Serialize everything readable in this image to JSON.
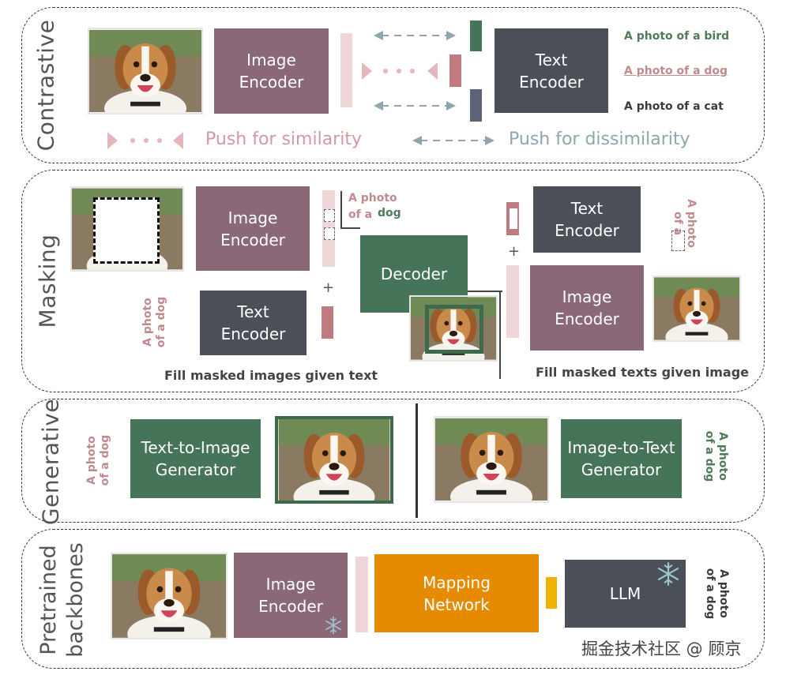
{
  "contrastive": {
    "label": "Contrastive",
    "image_encoder": "Image\nEncoder",
    "text_encoder": "Text\nEncoder",
    "texts": [
      "A photo of a bird",
      "A photo of a dog",
      "A photo of a cat"
    ],
    "push_similarity": "Push for similarity",
    "push_dissimilarity": "Push for dissimilarity"
  },
  "masking": {
    "label": "Masking",
    "image_encoder_left": "Image\nEncoder",
    "text_encoder_left": "Text\nEncoder",
    "decoder": "Decoder",
    "text_encoder_right": "Text\nEncoder",
    "image_encoder_right": "Image\nEncoder",
    "masked_text_prefix": "A photo\nof a",
    "masked_text_word": "dog",
    "left_vertical_text": "A photo\nof a dog",
    "right_vertical_text": "A photo\nof a",
    "plus": "+",
    "caption_left": "Fill masked images given text",
    "caption_right": "Fill masked texts given image"
  },
  "generative": {
    "label": "Generative",
    "t2i": "Text-to-Image\nGenerator",
    "i2t": "Image-to-Text\nGenerator",
    "left_text": "A photo\nof a dog",
    "right_text": "A photo\nof a dog"
  },
  "pretrained": {
    "label": "Pretrained\nbackbones",
    "image_encoder": "Image\nEncoder",
    "mapping": "Mapping\nNetwork",
    "llm": "LLM",
    "right_text": "A photo\nof a dog"
  },
  "watermark": "掘金技术社区 @ 顾京",
  "colors": {
    "purple": "#8a6878",
    "dark": "#4b5058",
    "green": "#467458",
    "orange": "#e68a00",
    "rose": "#c08a8e",
    "pink": "#efd6d9"
  }
}
